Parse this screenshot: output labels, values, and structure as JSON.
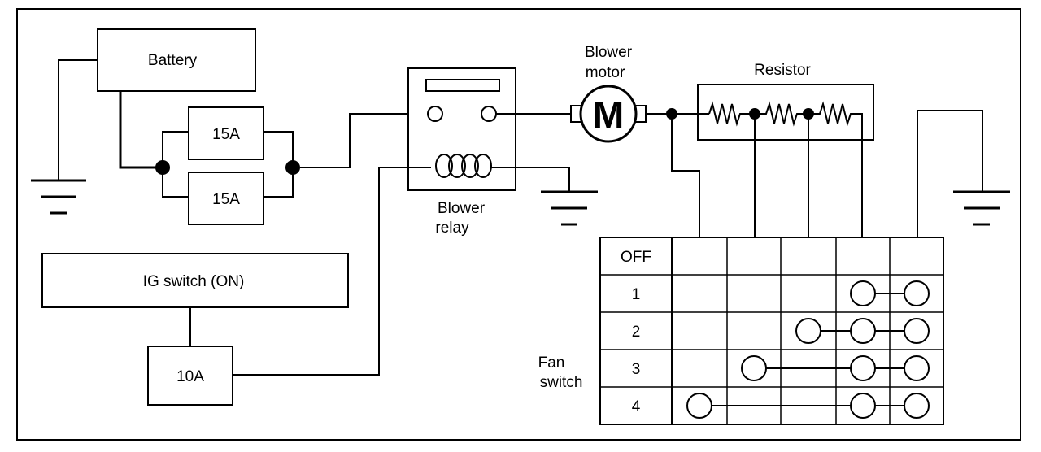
{
  "labels": {
    "battery": "Battery",
    "fuse_top": "15A",
    "fuse_bottom": "15A",
    "ig_switch": "IG switch (ON)",
    "fuse_ig": "10A",
    "blower_relay_line1": "Blower",
    "blower_relay_line2": "relay",
    "blower_motor_line1": "Blower",
    "blower_motor_line2": "motor",
    "motor_symbol": "M",
    "resistor": "Resistor",
    "fan_switch_line1": "Fan",
    "fan_switch_line2": "switch"
  },
  "fan_switch": {
    "positions": [
      "OFF",
      "1",
      "2",
      "3",
      "4"
    ],
    "connections": [
      [],
      [
        4,
        5
      ],
      [
        3,
        4,
        5
      ],
      [
        2,
        4,
        5
      ],
      [
        1,
        4,
        5
      ]
    ]
  }
}
